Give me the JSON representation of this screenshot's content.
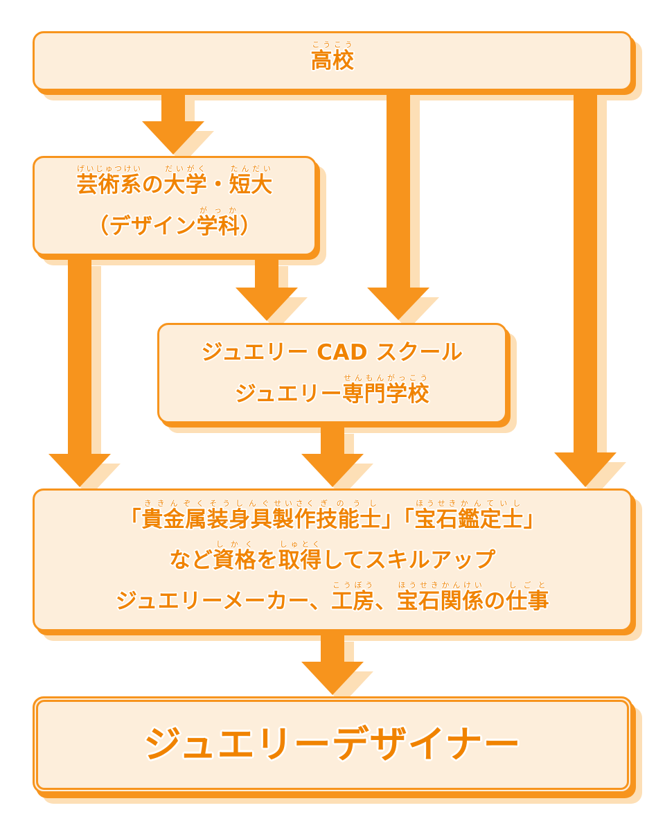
{
  "colors": {
    "accent": "#F7941D",
    "shadow": "#FDDFB6",
    "box_fill": "#FDEEDB",
    "text": "#F08300"
  },
  "nodes": {
    "high_school": {
      "lines": [
        [
          {
            "text": "高校",
            "ruby": "こうこう"
          }
        ]
      ]
    },
    "art_university": {
      "lines": [
        [
          {
            "text": "芸術系",
            "ruby": "げいじゅつけい"
          },
          {
            "text": "の"
          },
          {
            "text": "大学",
            "ruby": "だいがく"
          },
          {
            "text": "・"
          },
          {
            "text": "短大",
            "ruby": "たんだい"
          }
        ],
        [
          {
            "text": "（デザイン"
          },
          {
            "text": "学科",
            "ruby": "がっか"
          },
          {
            "text": "）"
          }
        ]
      ]
    },
    "cad_school": {
      "lines": [
        [
          {
            "text": "ジュエリー CAD スクール"
          }
        ],
        [
          {
            "text": "ジュエリー"
          },
          {
            "text": "専門学校",
            "ruby": "せんもんがっこう"
          }
        ]
      ]
    },
    "qualification_work": {
      "lines": [
        [
          {
            "text": "「"
          },
          {
            "text": "貴金属",
            "ruby": "ききんぞく"
          },
          {
            "text": "装身具",
            "ruby": "そうしんぐ"
          },
          {
            "text": "製作",
            "ruby": "せいさく"
          },
          {
            "text": "技能士",
            "ruby": "ぎのうし"
          },
          {
            "text": "」「"
          },
          {
            "text": "宝石",
            "ruby": "ほうせき"
          },
          {
            "text": "鑑定士",
            "ruby": "かんていし"
          },
          {
            "text": "」"
          }
        ],
        [
          {
            "text": "など"
          },
          {
            "text": "資格",
            "ruby": "しかく"
          },
          {
            "text": "を"
          },
          {
            "text": "取得",
            "ruby": "しゅとく"
          },
          {
            "text": "してスキルアップ"
          }
        ],
        [
          {
            "text": "ジュエリーメーカー、"
          },
          {
            "text": "工房",
            "ruby": "こうぼう"
          },
          {
            "text": "、"
          },
          {
            "text": "宝石関係",
            "ruby": "ほうせきかんけい"
          },
          {
            "text": "の"
          },
          {
            "text": "仕事",
            "ruby": "しごと"
          }
        ]
      ]
    },
    "jewelry_designer": {
      "lines": [
        [
          {
            "text": "ジュエリーデザイナー"
          }
        ]
      ]
    }
  },
  "edges": [
    {
      "from": "high_school",
      "to": "art_university"
    },
    {
      "from": "high_school",
      "to": "cad_school"
    },
    {
      "from": "high_school",
      "to": "qualification_work"
    },
    {
      "from": "art_university",
      "to": "qualification_work"
    },
    {
      "from": "art_university",
      "to": "cad_school"
    },
    {
      "from": "cad_school",
      "to": "qualification_work"
    },
    {
      "from": "qualification_work",
      "to": "jewelry_designer"
    }
  ]
}
